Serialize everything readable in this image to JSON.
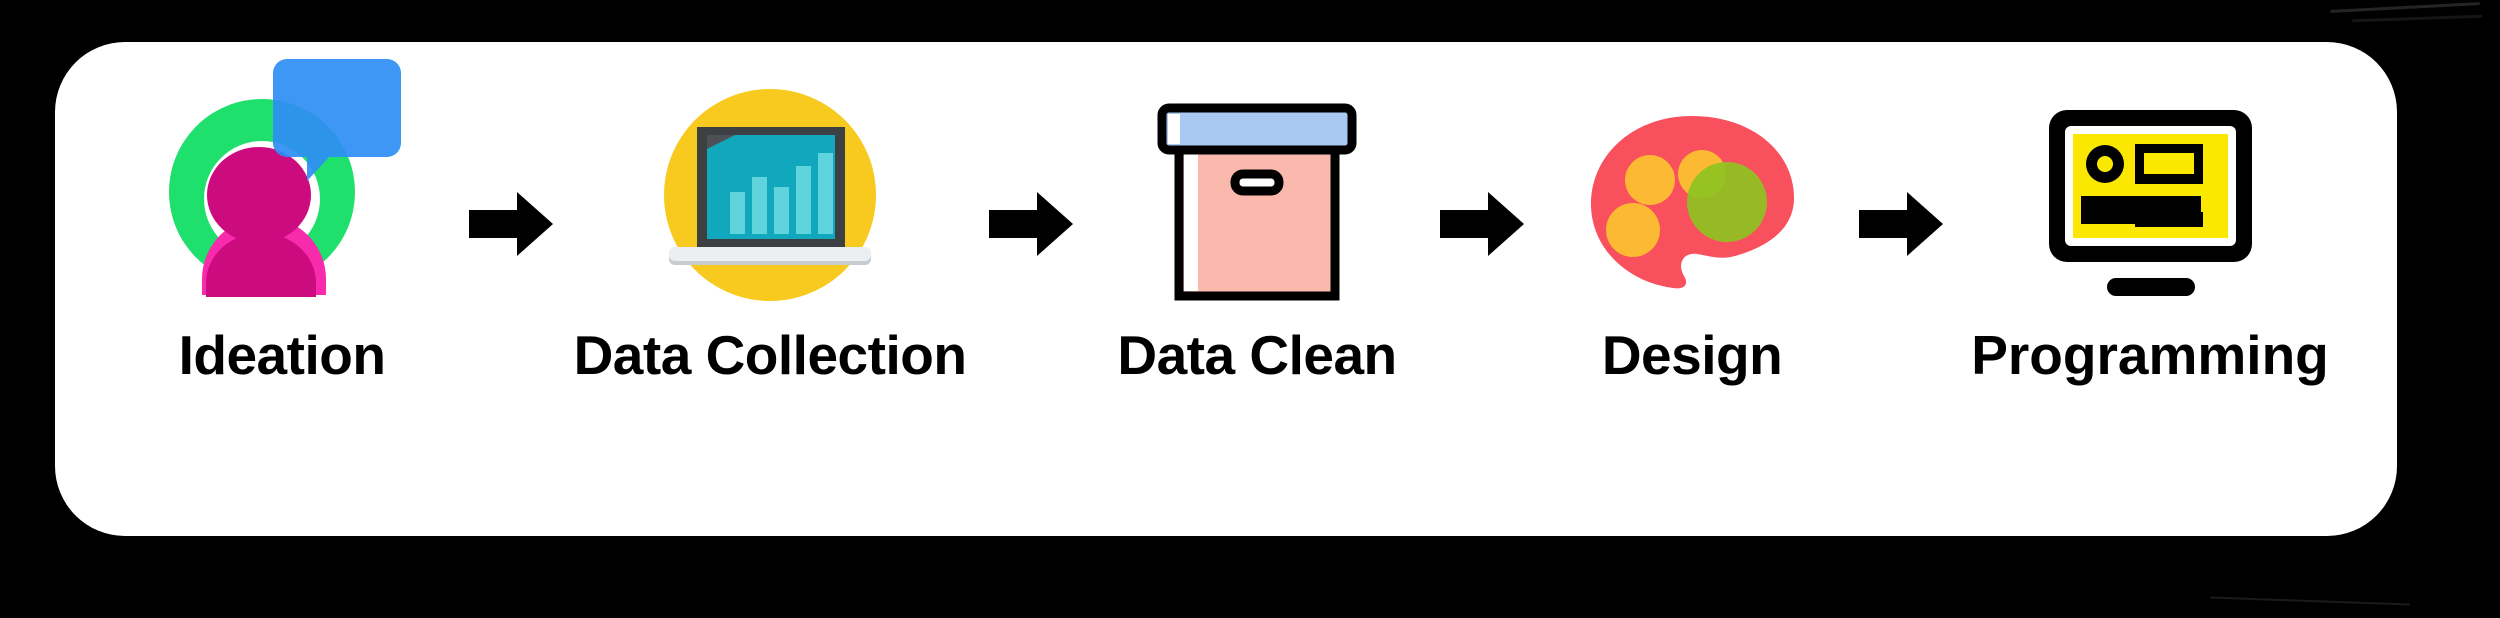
{
  "diagram": {
    "type": "horizontal-process-flow",
    "title": "",
    "background_color": "#000000",
    "card_color": "#ffffff",
    "arrow_color": "#000000",
    "label_color": "#000000",
    "steps": [
      {
        "id": "ideation",
        "label": "Ideation",
        "icon": "person-with-speech-bubble-icon",
        "colors": {
          "circle": "#1fe06c",
          "person_body": "#cc0b7f",
          "person_shoulder": "#f92bad",
          "bubble": "#2f8ef4",
          "ring_inner": "#ffffff"
        }
      },
      {
        "id": "data-collection",
        "label": "Data Collection",
        "icon": "laptop-bar-chart-icon",
        "colors": {
          "circle": "#f8ca20",
          "screen": "#11a8bd",
          "bezel": "#3c4043",
          "bar": "#5fd4dd",
          "base": "#eceff1"
        }
      },
      {
        "id": "data-clean",
        "label": "Data Clean",
        "icon": "storage-box-icon",
        "colors": {
          "lid": "#a9c9f2",
          "body": "#fbb9ae",
          "outline": "#000000",
          "highlight": "#ffffff"
        }
      },
      {
        "id": "design",
        "label": "Design",
        "icon": "paint-palette-icon",
        "colors": {
          "palette": "#f9505e",
          "dot_orange": "#fcb934",
          "blob_green": "#8cc420"
        }
      },
      {
        "id": "programming",
        "label": "Programming",
        "icon": "monitor-code-icon",
        "colors": {
          "frame": "#000000",
          "screen": "#fbe800",
          "inner": "#ffffff"
        }
      }
    ],
    "arrows": [
      {
        "id": "arrow-1",
        "label": "arrow-right-icon"
      },
      {
        "id": "arrow-2",
        "label": "arrow-right-icon"
      },
      {
        "id": "arrow-3",
        "label": "arrow-right-icon"
      },
      {
        "id": "arrow-4",
        "label": "arrow-right-icon"
      }
    ]
  },
  "chart_data": {
    "type": "bar",
    "categories": [
      "1",
      "2",
      "3",
      "4",
      "5"
    ],
    "values": [
      45,
      65,
      50,
      75,
      92
    ],
    "title": "",
    "xlabel": "",
    "ylabel": "",
    "ylim": [
      0,
      100
    ],
    "note": "decorative bar chart inside the Data Collection laptop icon"
  }
}
